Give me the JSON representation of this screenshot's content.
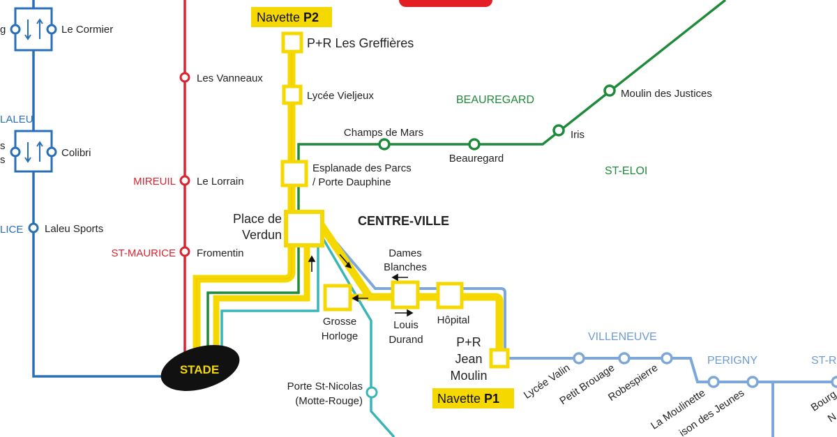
{
  "colors": {
    "red_line": "#d9232e",
    "blue_line": "#2a6fb5",
    "light_blue_line": "#7da7d9",
    "green_line": "#1e8a3a",
    "teal_line": "#3ab5b5",
    "yellow_line": "#f5d800",
    "stade_badge": "#111111",
    "stade_text": "#f5d800"
  },
  "shuttles": {
    "p2_prefix": "Navette ",
    "p2_code": "P2",
    "p1_prefix": "Navette ",
    "p1_code": "P1"
  },
  "hub": {
    "stade": "STADE"
  },
  "districts": {
    "beauregard": "BEAUREGARD",
    "st_eloi": "ST-ELOI",
    "centre_ville": "CENTRE-VILLE",
    "villeneuve": "VILLENEUVE",
    "perigny": "PERIGNY",
    "st_r": "ST-R",
    "mireuil": "MIREUIL",
    "st_maurice": "ST-MAURICE",
    "laleu": "LALEU",
    "lice": "LICE"
  },
  "stations": {
    "le_cormier": "Le Cormier",
    "g_cut": "g",
    "colibri": "Colibri",
    "s_cut": "s",
    "s_cut2": "s",
    "laleu_sports": "Laleu Sports",
    "les_vanneaux": "Les Vanneaux",
    "le_lorrain": "Le Lorrain",
    "fromentin": "Fromentin",
    "pr_greffieres": "P+R Les Greffières",
    "lycee_vieljeux": "Lycée Vieljeux",
    "esplanade_1": "Esplanade des Parcs",
    "esplanade_2": "/ Porte Dauphine",
    "place_verdun_1": "Place de",
    "place_verdun_2": "Verdun",
    "champs_de_mars": "Champs de Mars",
    "beauregard": "Beauregard",
    "iris": "Iris",
    "moulin_justices": "Moulin des Justices",
    "dames_blanches_1": "Dames",
    "dames_blanches_2": "Blanches",
    "grosse_horloge_1": "Grosse",
    "grosse_horloge_2": "Horloge",
    "louis_durand_1": "Louis",
    "louis_durand_2": "Durand",
    "hopital": "Hôpital",
    "pr_jean_moulin_1": "P+R",
    "pr_jean_moulin_2": "Jean",
    "pr_jean_moulin_3": "Moulin",
    "porte_st_nicolas_1": "Porte St-Nicolas",
    "porte_st_nicolas_2": "(Motte-Rouge)",
    "lycee_valin": "Lycée Valin",
    "petit_brouage": "Petit Brouage",
    "robespierre": "Robespierre",
    "la_moulinette": "La Moulinette",
    "maison_jeunes": "ison des Jeunes",
    "bourg_cut": "Bourg",
    "n_cut": "N"
  }
}
